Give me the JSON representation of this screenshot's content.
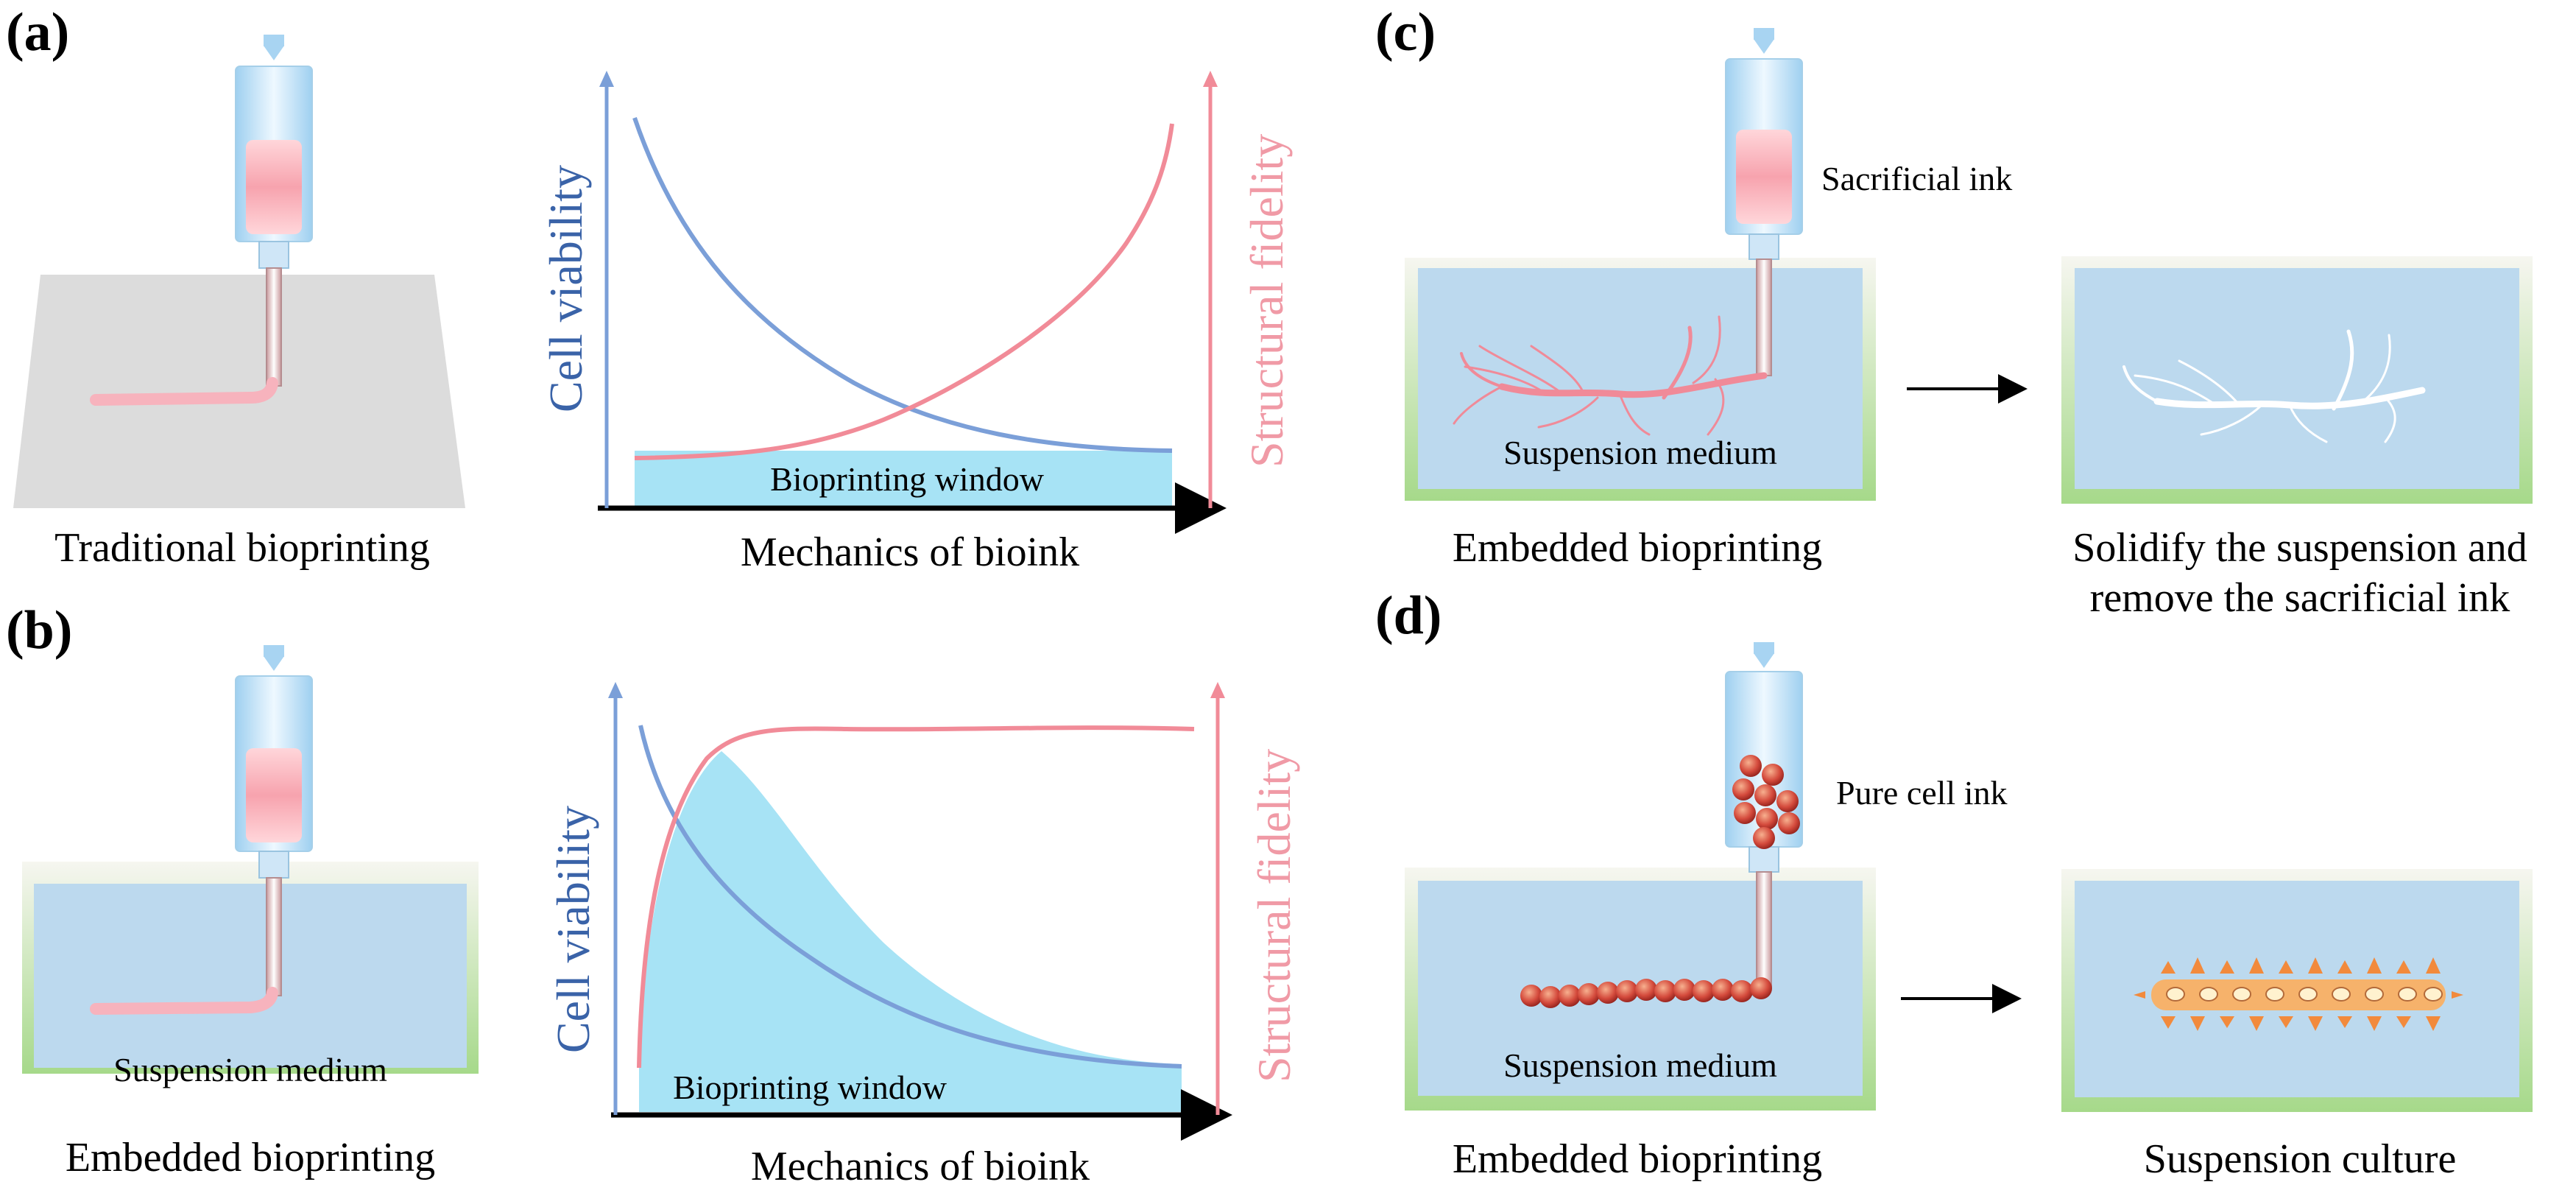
{
  "panels": {
    "a": {
      "label": "(a)",
      "caption": "Traditional bioprinting",
      "chart": {
        "y_left": "Cell viability",
        "y_right": "Structural fidelity",
        "x_label": "Mechanics of  bioink",
        "window_label": "Bioprinting window"
      }
    },
    "b": {
      "label": "(b)",
      "caption": "Embedded bioprinting",
      "medium_label": "Suspension medium",
      "chart": {
        "y_left": "Cell viability",
        "y_right": "Structural fidelity",
        "x_label": "Mechanics of  bioink",
        "window_label": "Bioprinting window"
      }
    },
    "c": {
      "label": "(c)",
      "ink_label": "Sacrificial ink",
      "medium_label": "Suspension medium",
      "caption_left": "Embedded bioprinting",
      "caption_right_line1": "Solidify the suspension and",
      "caption_right_line2": "remove the sacrificial ink"
    },
    "d": {
      "label": "(d)",
      "ink_label": "Pure cell ink",
      "medium_label": "Suspension medium",
      "caption_left": "Embedded bioprinting",
      "caption_right": "Suspension culture"
    }
  },
  "colors": {
    "viability_curve": "#7b9fd8",
    "fidelity_curve": "#f18b98",
    "window_fill": "#a7e3f5",
    "medium_fill": "#bcd9ee",
    "container_green": "#a6d98a",
    "platform_gray": "#dcdcdc"
  }
}
